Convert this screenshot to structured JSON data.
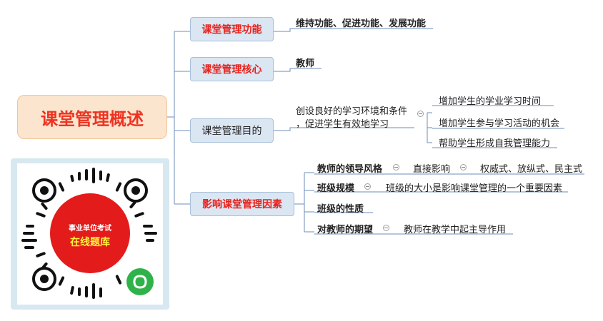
{
  "root": {
    "label": "课堂管理概述"
  },
  "branches": [
    {
      "label": "课堂管理功能",
      "detail": "维持功能、促进功能、发展功能"
    },
    {
      "label": "课堂管理核心",
      "detail": "教师"
    },
    {
      "label": "课堂管理目的",
      "detail_line1": "创设良好的学习环境和条件",
      "detail_line2": "，促进学生有效地学习",
      "items": [
        "增加学生的学业学习时间",
        "增加学生参与学习活动的机会",
        "帮助学生形成自我管理能力"
      ]
    },
    {
      "label": "影响课堂管理因素",
      "factors": [
        {
          "label": "教师的领导风格",
          "detail": "直接影响",
          "sub": "权威式、放纵式、民主式"
        },
        {
          "label": "班级规模",
          "detail": "班级的大小是影响课堂管理的一个重要因素"
        },
        {
          "label": "班级的性质"
        },
        {
          "label": "对教师的期望",
          "detail": "教师在教学中起主导作用"
        }
      ]
    }
  ],
  "qr": {
    "line1": "事业单位考试",
    "line2": "在线题库",
    "icon": "mini-program-icon",
    "colors": {
      "circle": "#e41b1b",
      "accent_text": "#fff43a",
      "frame": "#d7e8f0"
    }
  },
  "colors": {
    "red": "#e8201a",
    "branch_bg": "#dbe6f3",
    "root_bg": "#fbe5cf",
    "line": "#4a6fa5"
  }
}
